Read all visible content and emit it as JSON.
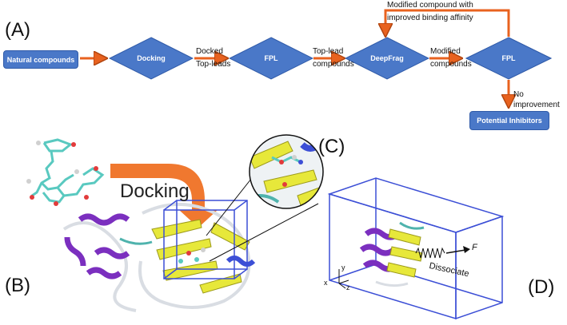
{
  "panels": {
    "a": "(A)",
    "b": "(B)",
    "c": "(C)",
    "d": "(D)"
  },
  "flow": {
    "natural": "Natural compounds",
    "docking": "Docking",
    "fpl1": "FPL",
    "deepfrag": "DeepFrag",
    "fpl2": "FPL",
    "inhibitors": "Potential Inhibitors",
    "edge1_line1": "Docked",
    "edge1_line2": "Top-leads",
    "edge2_line1": "Top-lead",
    "edge2_line2": "compounds",
    "edge3_line1": "Modified",
    "edge3_line2": "compounds",
    "loop_line1": "Modified compound with",
    "loop_line2": "improved binding affinity",
    "no_improvement": "No improvement"
  },
  "docking_text": "Docking",
  "pulling": {
    "force": "F",
    "dissociate": "Dissociate",
    "axis_y": "y",
    "axis_x": "x",
    "axis_z": "z"
  },
  "colors": {
    "node": "#4a78c8",
    "arrow": "#e8621f",
    "box": "#3c4fd6",
    "helix": "#7b2fbf",
    "sheet": "#e7e83a"
  }
}
